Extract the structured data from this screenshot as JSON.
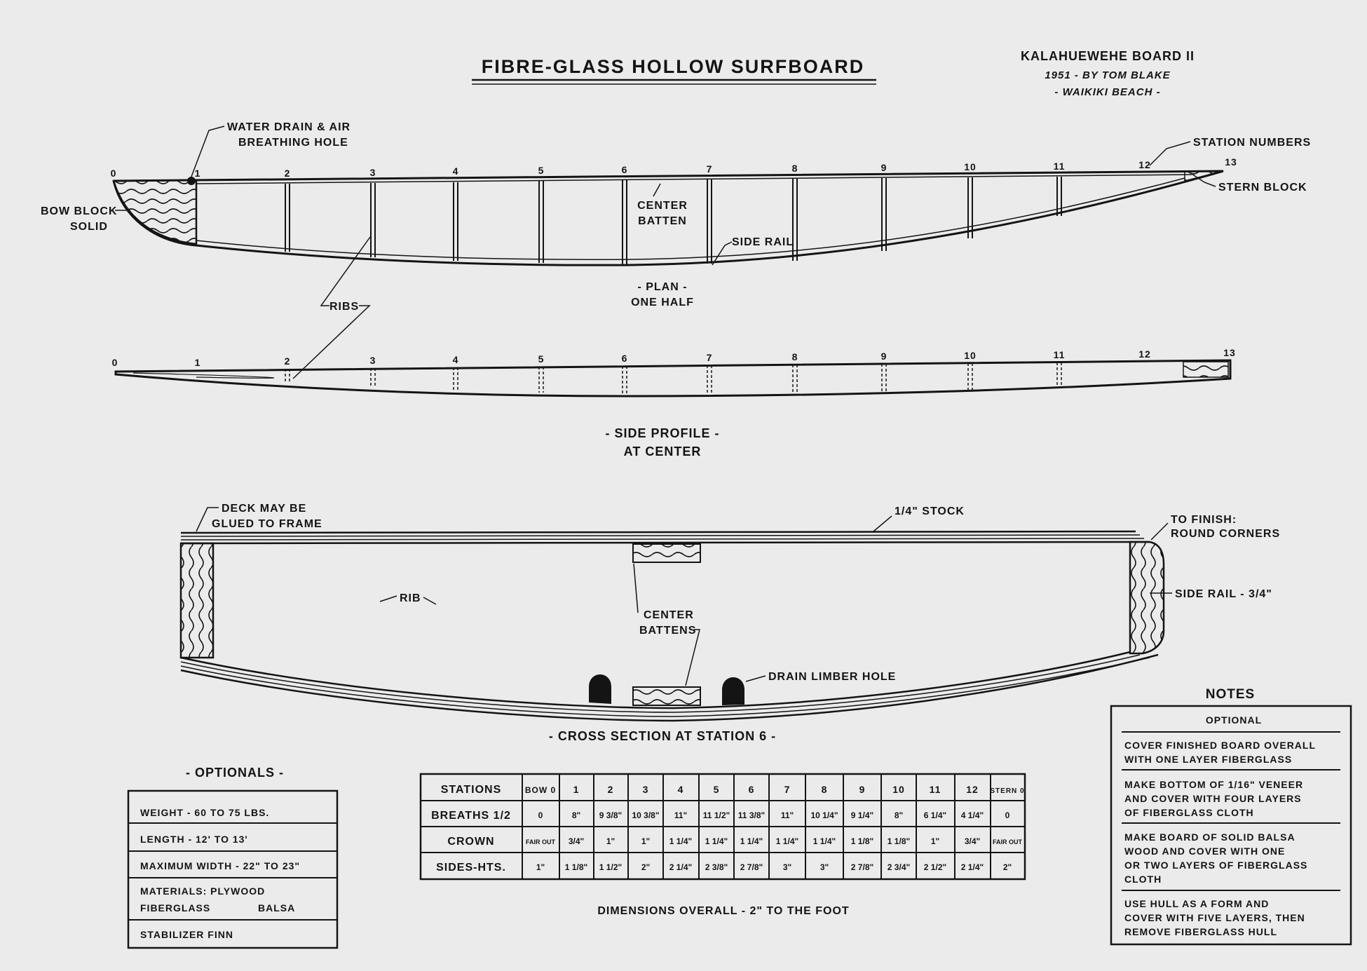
{
  "title": "FIBRE-GLASS HOLLOW SURFBOARD",
  "header": {
    "board": "KALAHUEWEHE BOARD II",
    "byline": "1951 - BY TOM BLAKE",
    "place": "- WAIKIKI BEACH -"
  },
  "plan": {
    "water_drain_1": "WATER DRAIN & AIR",
    "water_drain_2": "BREATHING HOLE",
    "bow_block_1": "BOW BLOCK",
    "bow_block_2": "SOLID",
    "center_batten_1": "CENTER",
    "center_batten_2": "BATTEN",
    "side_rail": "SIDE RAIL",
    "station_numbers": "STATION NUMBERS",
    "stern_block": "STERN BLOCK",
    "ribs": "RIBS",
    "caption_1": "- PLAN -",
    "caption_2": "ONE HALF",
    "stations": [
      "0",
      "1",
      "2",
      "3",
      "4",
      "5",
      "6",
      "7",
      "8",
      "9",
      "10",
      "11",
      "12",
      "13"
    ]
  },
  "profile": {
    "caption_1": "- SIDE PROFILE -",
    "caption_2": "AT CENTER",
    "stations": [
      "0",
      "1",
      "2",
      "3",
      "4",
      "5",
      "6",
      "7",
      "8",
      "9",
      "10",
      "11",
      "12",
      "13"
    ]
  },
  "cross": {
    "deck_1": "DECK MAY BE",
    "deck_2": "GLUED TO FRAME",
    "stock": "1/4\" STOCK",
    "finish_1": "TO FINISH:",
    "finish_2": "ROUND CORNERS",
    "side_rail": "SIDE RAIL - 3/4\"",
    "rib": "RIB",
    "center_battens_1": "CENTER",
    "center_battens_2": "BATTENS",
    "drain": "DRAIN LIMBER HOLE",
    "caption": "- CROSS SECTION AT STATION 6 -"
  },
  "optionals": {
    "title": "- OPTIONALS -",
    "rows": [
      "WEIGHT - 60 TO 75 LBS.",
      "LENGTH - 12' TO 13'",
      "MAXIMUM WIDTH - 22\" TO 23\"",
      "MATERIALS: PLYWOOD",
      "FIBERGLASS",
      "BALSA",
      "STABILIZER FINN"
    ]
  },
  "table": {
    "row_labels": [
      "STATIONS",
      "BREATHS 1/2",
      "CROWN",
      "SIDES-HTS."
    ],
    "stations": [
      "BOW 0",
      "1",
      "2",
      "3",
      "4",
      "5",
      "6",
      "7",
      "8",
      "9",
      "10",
      "11",
      "12",
      "STERN 0"
    ],
    "breaths": [
      "0",
      "8\"",
      "9 3/8\"",
      "10 3/8\"",
      "11\"",
      "11 1/2\"",
      "11 3/8\"",
      "11\"",
      "10 1/4\"",
      "9 1/4\"",
      "8\"",
      "6 1/4\"",
      "4 1/4\"",
      "0"
    ],
    "crown": [
      "FAIR OUT",
      "3/4\"",
      "1\"",
      "1\"",
      "1 1/4\"",
      "1 1/4\"",
      "1 1/4\"",
      "1 1/4\"",
      "1 1/4\"",
      "1 1/8\"",
      "1 1/8\"",
      "1\"",
      "3/4\"",
      "FAIR OUT"
    ],
    "sides": [
      "1\"",
      "1 1/8\"",
      "1 1/2\"",
      "2\"",
      "2 1/4\"",
      "2 3/8\"",
      "2 7/8\"",
      "3\"",
      "3\"",
      "2 7/8\"",
      "2 3/4\"",
      "2 1/2\"",
      "2 1/4\"",
      "2\""
    ],
    "footer": "DIMENSIONS OVERALL - 2\" TO THE FOOT"
  },
  "notes": {
    "title": "NOTES",
    "subtitle": "OPTIONAL",
    "items": [
      [
        "COVER FINISHED BOARD OVERALL",
        "WITH ONE LAYER FIBERGLASS"
      ],
      [
        "MAKE BOTTOM OF 1/16\" VENEER",
        "AND COVER WITH FOUR LAYERS",
        "OF FIBERGLASS CLOTH"
      ],
      [
        "MAKE BOARD OF SOLID BALSA",
        "WOOD AND COVER WITH ONE",
        "OR TWO LAYERS OF FIBERGLASS",
        "CLOTH"
      ],
      [
        "USE HULL AS A FORM AND",
        "COVER WITH FIVE LAYERS, THEN",
        "REMOVE FIBERGLASS HULL"
      ]
    ]
  },
  "colors": {
    "paper": "#ebebeb",
    "ink": "#141414"
  }
}
